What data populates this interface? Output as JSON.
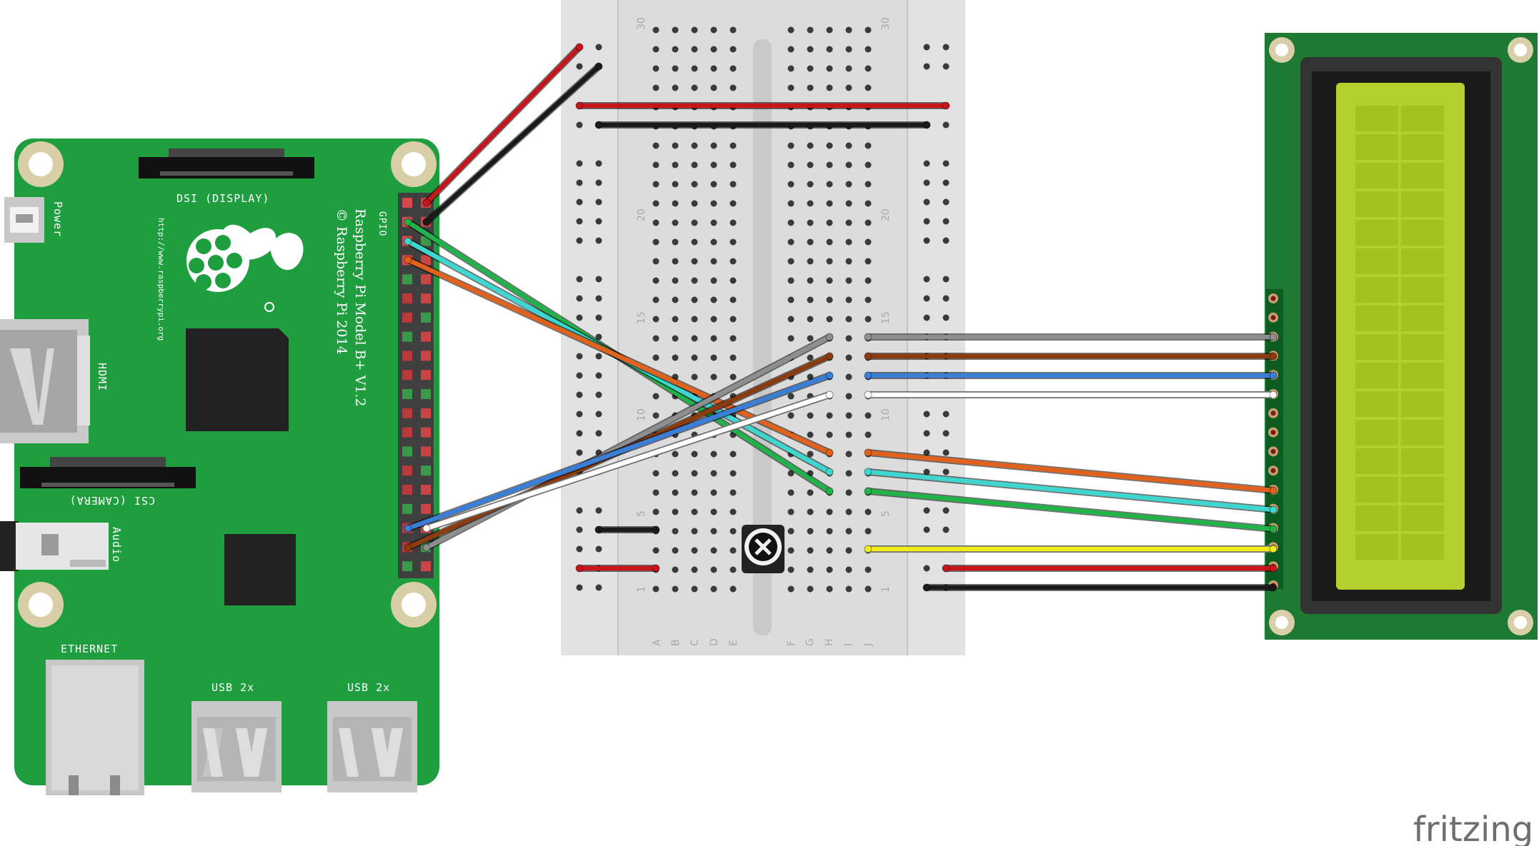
{
  "raspberry_pi": {
    "power_label": "Power",
    "dsi_label": "DSI (DISPLAY)",
    "url_label": "http://www.raspberrypi.org",
    "gpio_label": "GPIO",
    "model_label": "Raspberry Pi Model B+ V1.2",
    "copyright_label": "© Raspberry Pi 2014",
    "hdmi_label": "HDMI",
    "csi_label": "CSI (CAMERA)",
    "audio_label": "Audio",
    "ethernet_label": "ETHERNET",
    "usb_label_1": "USB 2x",
    "usb_label_2": "USB 2x"
  },
  "breadboard": {
    "row_numbers": [
      "30",
      "20",
      "15",
      "10",
      "5",
      "1"
    ],
    "col_letters_left": [
      "A",
      "B",
      "C",
      "D",
      "E"
    ],
    "col_letters_right": [
      "F",
      "G",
      "H",
      "I",
      "J"
    ]
  },
  "lcd": {
    "backlight_color": "#b3cf2b",
    "pcb_color": "#1e7a32"
  },
  "wire_colors": {
    "red": "#c8151b",
    "black": "#1a1a1a",
    "green": "#21b34a",
    "cyan": "#3fd6cf",
    "orange": "#e0621d",
    "gray": "#8e8e8e",
    "brown": "#8a3b10",
    "blue": "#3a7ed6",
    "white": "#ffffff",
    "yellow": "#f2ec1b"
  },
  "watermark": "fritzing"
}
